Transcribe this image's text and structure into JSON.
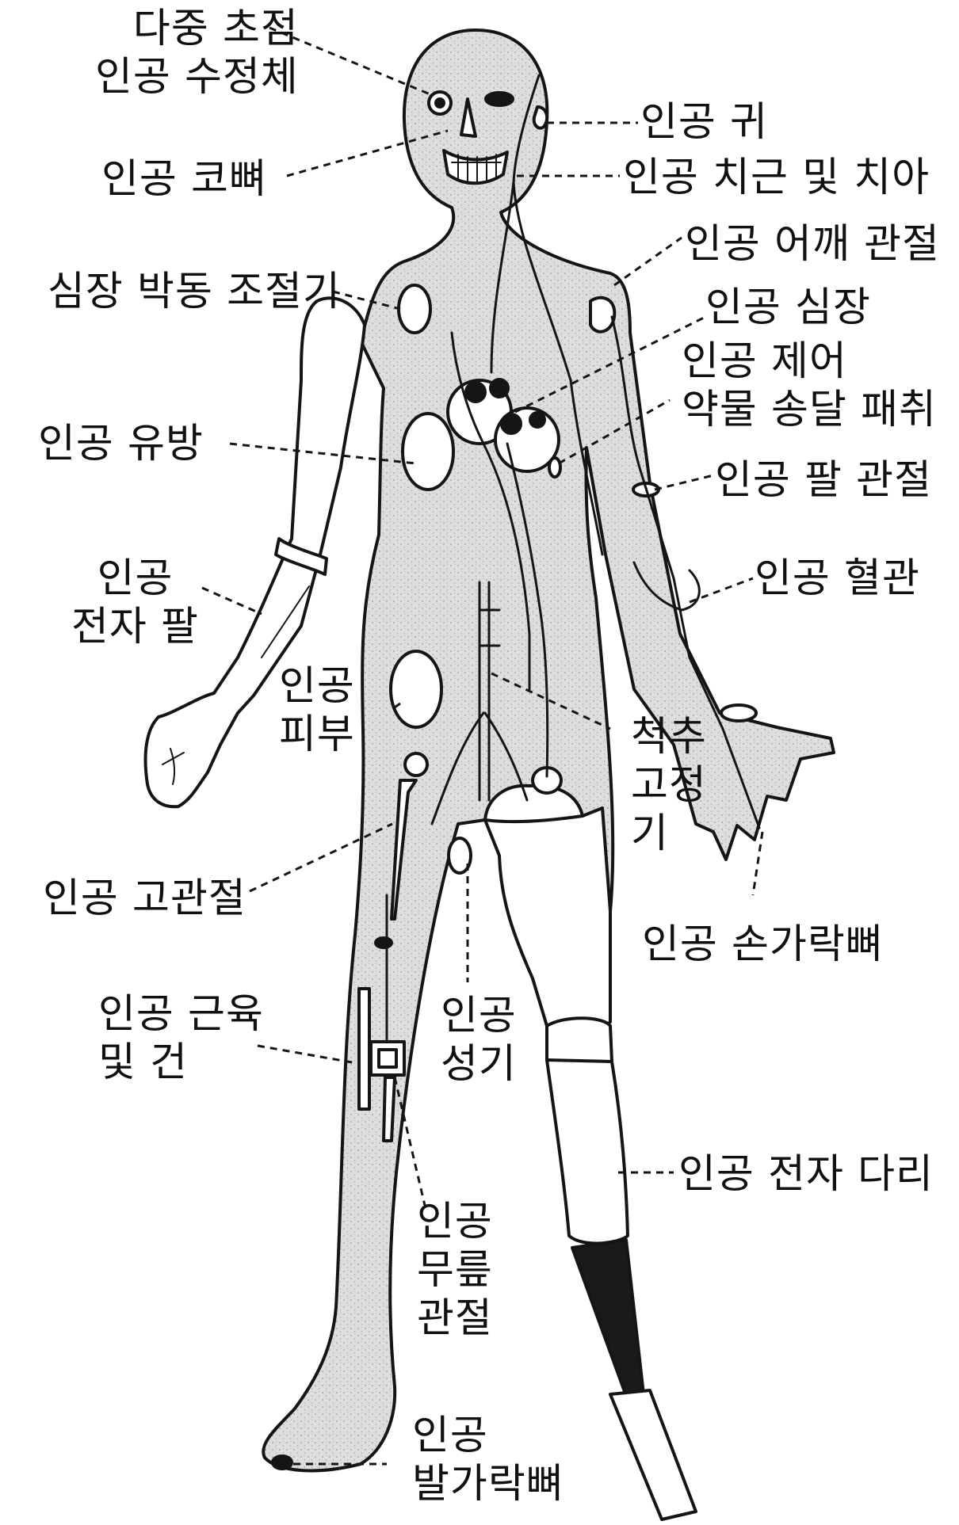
{
  "labels": {
    "multifocal_lens": [
      "다중 초점",
      "인공 수정체"
    ],
    "artificial_ear": "인공 귀",
    "artificial_nose_bone": "인공 코뼈",
    "artificial_teeth": "인공 치근 및 치아",
    "artificial_shoulder": "인공 어깨 관절",
    "pacemaker": "심장 박동 조절기",
    "artificial_heart": "인공 심장",
    "drug_patch": [
      "인공 제어",
      "약물 송달 패취"
    ],
    "artificial_breast": "인공 유방",
    "artificial_elbow": "인공 팔 관절",
    "electronic_arm": [
      "인공",
      "전자 팔"
    ],
    "artificial_vessel": "인공 혈관",
    "artificial_skin": [
      "인공",
      "피부"
    ],
    "spine_fixator": [
      "척추",
      "고정",
      "기"
    ],
    "artificial_hip": "인공 고관절",
    "artificial_finger_bone": "인공 손가락뼈",
    "muscle_tendon": [
      "인공 근육",
      "및 건"
    ],
    "artificial_genital": [
      "인공",
      "성기"
    ],
    "electronic_leg": "인공 전자 다리",
    "artificial_knee": [
      "인공",
      "무릎",
      "관절"
    ],
    "artificial_toe_bone": [
      "인공",
      "발가락뼈"
    ]
  },
  "colors": {
    "body_fill": "#dcdcdc",
    "outline": "#151515",
    "prosthetic_fill": "#ffffff",
    "prosthetic_foot": "#1a1a1a"
  }
}
